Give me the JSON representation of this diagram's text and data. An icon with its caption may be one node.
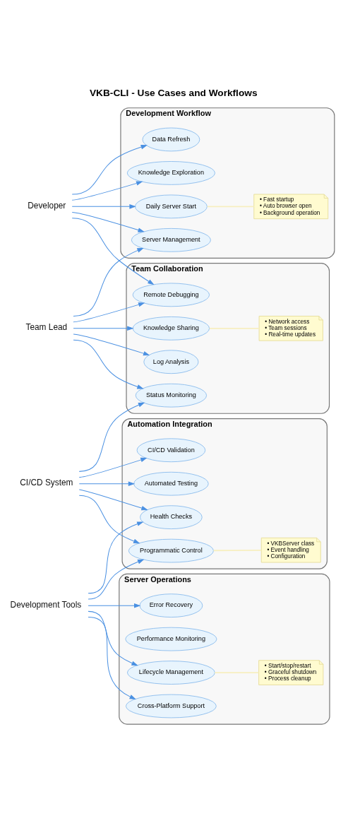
{
  "diagram": {
    "title": "VKB-CLI - Use Cases and Workflows",
    "nodes": [
      {
        "text": [
          "Developer"
        ]
      },
      {
        "text": [
          "Development Workflow"
        ]
      },
      {
        "text": [
          "Data Refresh"
        ],
        "in": 1
      },
      {
        "text": [
          "Knowledge Exploration"
        ],
        "in": 1
      },
      {
        "text": [
          "Daily Server Start"
        ],
        "in": 1
      },
      {
        "text": [
          "• Fast startup",
          "• Auto browser open",
          "• Background operation"
        ],
        "in": 1
      },
      {
        "text": [
          "Server Management"
        ],
        "in": 1
      },
      {
        "text": [
          "Team Lead"
        ]
      },
      {
        "text": [
          "Team Collaboration"
        ]
      },
      {
        "text": [
          "Remote Debugging"
        ],
        "in": 8
      },
      {
        "text": [
          "Knowledge Sharing"
        ],
        "in": 8
      },
      {
        "text": [
          "• Network access",
          "• Team sessions",
          "• Real-time updates"
        ],
        "in": 8
      },
      {
        "text": [
          "Log Analysis"
        ],
        "in": 8
      },
      {
        "text": [
          "Status Monitoring"
        ],
        "in": 8
      },
      {
        "text": [
          "CI/CD System"
        ]
      },
      {
        "text": [
          "Automation Integration"
        ]
      },
      {
        "text": [
          "CI/CD Validation"
        ],
        "in": 15
      },
      {
        "text": [
          "Automated Testing"
        ],
        "in": 15
      },
      {
        "text": [
          "Health Checks"
        ],
        "in": 15
      },
      {
        "text": [
          "Programmatic Control"
        ],
        "in": 15
      },
      {
        "text": [
          "• VKBServer class",
          "• Event handling",
          "• Configuration"
        ],
        "in": 15
      },
      {
        "text": [
          "Development Tools"
        ]
      },
      {
        "text": [
          "Server Operations"
        ]
      },
      {
        "text": [
          "Error Recovery"
        ],
        "in": 22
      },
      {
        "text": [
          "Performance Monitoring"
        ],
        "in": 22
      },
      {
        "text": [
          "Lifecycle Management"
        ],
        "in": 22
      },
      {
        "text": [
          "• Start/stop/restart",
          "• Graceful shutdown",
          "• Process cleanup"
        ],
        "in": 22
      },
      {
        "text": [
          "Cross-Platform Support"
        ],
        "in": 22
      }
    ],
    "edges": [
      {
        "from": 0,
        "to": 2,
        "arrow": "to"
      },
      {
        "from": 0,
        "to": 3,
        "arrow": "to"
      },
      {
        "from": 0,
        "to": 4,
        "arrow": "to"
      },
      {
        "from": 0,
        "to": 6,
        "arrow": "to"
      },
      {
        "from": 0,
        "to": 9,
        "arrow": "to"
      },
      {
        "from": 4,
        "to": 5,
        "arrow": "none",
        "color": "#f7efc0"
      },
      {
        "from": 7,
        "to": 6,
        "arrow": "to"
      },
      {
        "from": 7,
        "to": 9,
        "arrow": "to"
      },
      {
        "from": 7,
        "to": 10,
        "arrow": "to"
      },
      {
        "from": 7,
        "to": 12,
        "arrow": "to"
      },
      {
        "from": 7,
        "to": 13,
        "arrow": "to"
      },
      {
        "from": 10,
        "to": 11,
        "arrow": "none",
        "color": "#f7efc0"
      },
      {
        "from": 14,
        "to": 13,
        "arrow": "to"
      },
      {
        "from": 14,
        "to": 16,
        "arrow": "to"
      },
      {
        "from": 14,
        "to": 17,
        "arrow": "to"
      },
      {
        "from": 14,
        "to": 18,
        "arrow": "to"
      },
      {
        "from": 14,
        "to": 19,
        "arrow": "to"
      },
      {
        "from": 19,
        "to": 20,
        "arrow": "none",
        "color": "#f7efc0"
      },
      {
        "from": 21,
        "to": 18,
        "arrow": "to"
      },
      {
        "from": 21,
        "to": 19,
        "arrow": "to"
      },
      {
        "from": 21,
        "to": 23,
        "arrow": "to"
      },
      {
        "from": 21,
        "to": 25,
        "arrow": "to"
      },
      {
        "from": 21,
        "to": 27,
        "arrow": "to"
      },
      {
        "from": 25,
        "to": 26,
        "arrow": "none",
        "color": "#f7efc0"
      }
    ]
  }
}
